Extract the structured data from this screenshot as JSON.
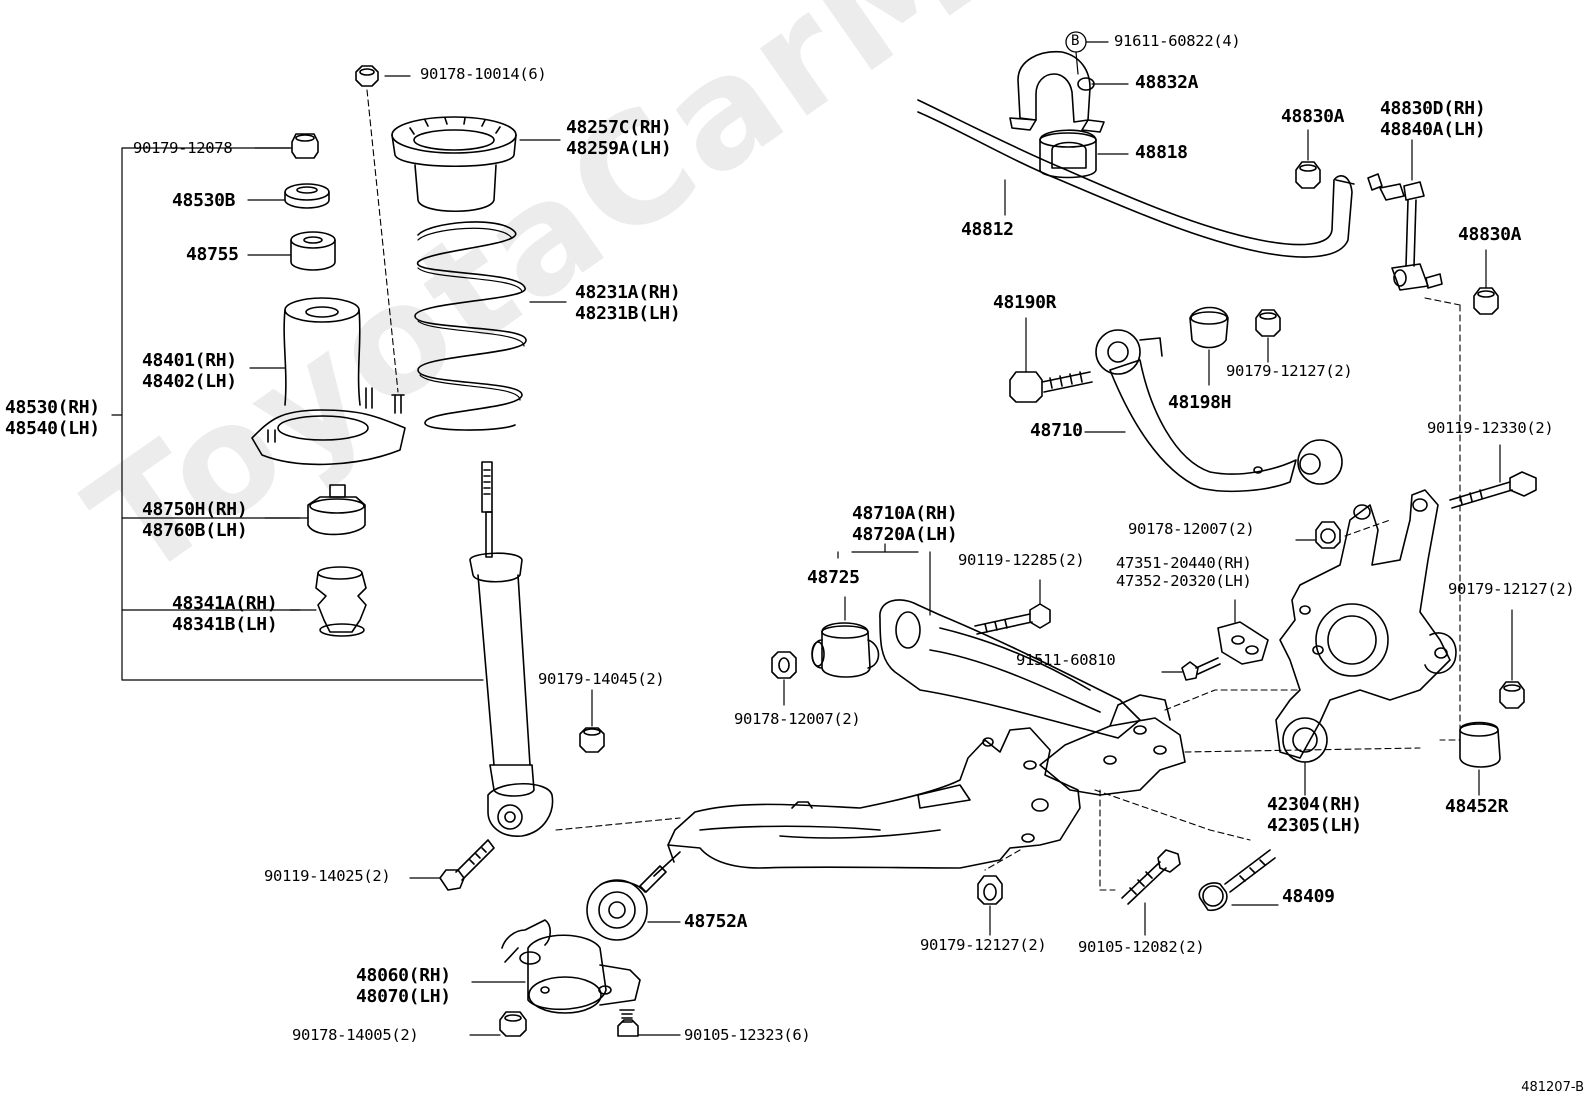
{
  "watermark": "ToyotaCarMine.ru",
  "figure_code": "481207-B",
  "labels": {
    "p90178_10014": "90178-10014(6)",
    "p90179_12078": "90179-12078",
    "p48530B": "48530B",
    "p48755": "48755",
    "p48401": "48401(RH)\n48402(LH)",
    "p48530": "48530(RH)\n48540(LH)",
    "p48750H": "48750H(RH)\n48760B(LH)",
    "p48341A": "48341A(RH)\n48341B(LH)",
    "p48257C": "48257C(RH)\n48259A(LH)",
    "p48231A": "48231A(RH)\n48231B(LH)",
    "p90179_14045": "90179-14045(2)",
    "p90119_14025": "90119-14025(2)",
    "p48060": "48060(RH)\n48070(LH)",
    "p90178_14005": "90178-14005(2)",
    "p90105_12323": "90105-12323(6)",
    "p48752A": "48752A",
    "p48725": "48725",
    "p90178_12007a": "90178-12007(2)",
    "p48710A": "48710A(RH)\n48720A(LH)",
    "p90119_12285": "90119-12285(2)",
    "p91511_60810": "91511-60810",
    "p47351": "47351-20440(RH)\n47352-20320(LH)",
    "p90179_12127c": "90179-12127(2)",
    "p90105_12082": "90105-12082(2)",
    "p48409": "48409",
    "p42304": "42304(RH)\n42305(LH)",
    "p48452R": "48452R",
    "p90179_12127d": "90179-12127(2)",
    "p90178_12007b": "90178-12007(2)",
    "p90119_12330": "90119-12330(2)",
    "p48710": "48710",
    "p48190R": "48190R",
    "p48198H": "48198H",
    "p90179_12127b": "90179-12127(2)",
    "p48812": "48812",
    "p91611_60822": "91611-60822(4)",
    "p48832A": "48832A",
    "p48818": "48818",
    "p48830A_top": "48830A",
    "p48830D": "48830D(RH)\n48840A(LH)",
    "p48830A_right": "48830A",
    "badgeB": "B"
  }
}
